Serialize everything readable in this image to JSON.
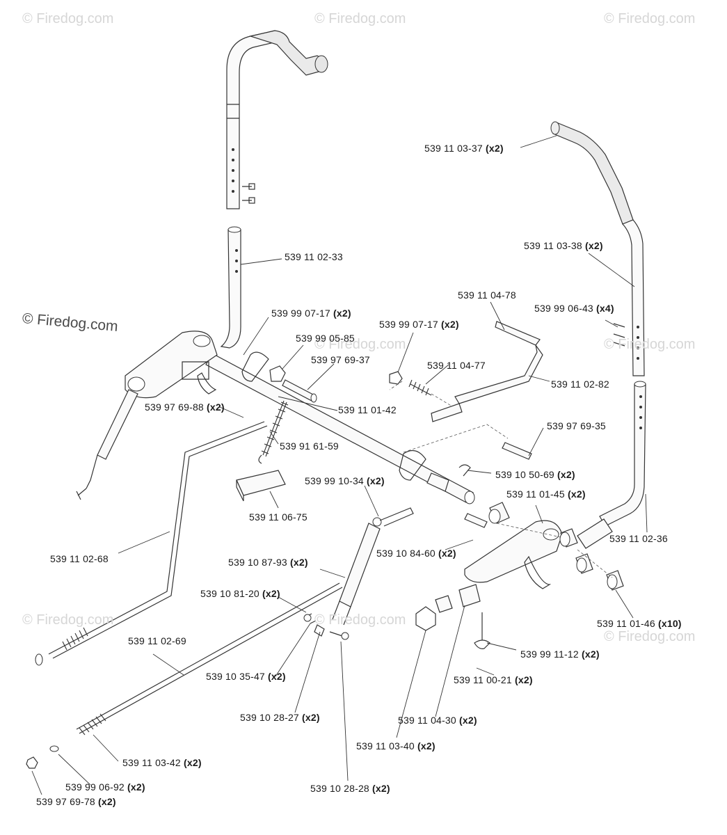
{
  "watermarks": {
    "corner_text": "© Firedog.com",
    "center_text": "© Firedog.com"
  },
  "parts": [
    {
      "id": "handle_top_right",
      "number": "539 11 03-37",
      "qty": "(x2)"
    },
    {
      "id": "handle_right_upper",
      "number": "539 11 03-38",
      "qty": "(x2)"
    },
    {
      "id": "handle_left_lower",
      "number": "539 11 02-33",
      "qty": ""
    },
    {
      "id": "lever_arm",
      "number": "539 11 04-78",
      "qty": ""
    },
    {
      "id": "bolt_x4",
      "number": "539 99 06-43",
      "qty": "(x4)"
    },
    {
      "id": "nut_left_x2",
      "number": "539 99 07-17",
      "qty": "(x2)"
    },
    {
      "id": "nut_mid_x2",
      "number": "539 99 07-17",
      "qty": "(x2)"
    },
    {
      "id": "washer_9985",
      "number": "539 99 05-85",
      "qty": ""
    },
    {
      "id": "bolt_6937",
      "number": "539 97 69-37",
      "qty": ""
    },
    {
      "id": "spring_0477",
      "number": "539 11 04-77",
      "qty": ""
    },
    {
      "id": "rod_0282",
      "number": "539 11 02-82",
      "qty": ""
    },
    {
      "id": "clevis_6988",
      "number": "539 97 69-88",
      "qty": "(x2)"
    },
    {
      "id": "shaft_0142",
      "number": "539 11 01-42",
      "qty": ""
    },
    {
      "id": "spring_6159",
      "number": "539 91 61-59",
      "qty": ""
    },
    {
      "id": "bolt_6935",
      "number": "539 97 69-35",
      "qty": ""
    },
    {
      "id": "clip_5069",
      "number": "539 10 50-69",
      "qty": "(x2)"
    },
    {
      "id": "pin_1034",
      "number": "539 99 10-34",
      "qty": "(x2)"
    },
    {
      "id": "bushing_0145",
      "number": "539 11 01-45",
      "qty": "(x2)"
    },
    {
      "id": "bracket_0675",
      "number": "539 11 06-75",
      "qty": ""
    },
    {
      "id": "handle_right_lower",
      "number": "539 11 02-36",
      "qty": ""
    },
    {
      "id": "rod_0268",
      "number": "539 11 02-68",
      "qty": ""
    },
    {
      "id": "bolt_8460",
      "number": "539 10 84-60",
      "qty": "(x2)"
    },
    {
      "id": "damper_8793",
      "number": "539 10 87-93",
      "qty": "(x2)"
    },
    {
      "id": "nut_8120",
      "number": "539 10 81-20",
      "qty": "(x2)"
    },
    {
      "id": "bushing_0146",
      "number": "539 11 01-46",
      "qty": "(x10)"
    },
    {
      "id": "rod_0269",
      "number": "539 11 02-69",
      "qty": ""
    },
    {
      "id": "screw_1112",
      "number": "539 99 11-12",
      "qty": "(x2)"
    },
    {
      "id": "washer_3547",
      "number": "539 10 35-47",
      "qty": "(x2)"
    },
    {
      "id": "bushing_0021",
      "number": "539 11 00-21",
      "qty": "(x2)"
    },
    {
      "id": "spacer_2827",
      "number": "539 10 28-27",
      "qty": "(x2)"
    },
    {
      "id": "bushing_0430",
      "number": "539 11 04-30",
      "qty": "(x2)"
    },
    {
      "id": "nut_0340",
      "number": "539 11 03-40",
      "qty": "(x2)"
    },
    {
      "id": "spring_0342",
      "number": "539 11 03-42",
      "qty": "(x2)"
    },
    {
      "id": "washer_0692",
      "number": "539 99 06-92",
      "qty": "(x2)"
    },
    {
      "id": "bolt_2828",
      "number": "539 10 28-28",
      "qty": "(x2)"
    },
    {
      "id": "nut_6978",
      "number": "539 97 69-78",
      "qty": "(x2)"
    }
  ]
}
